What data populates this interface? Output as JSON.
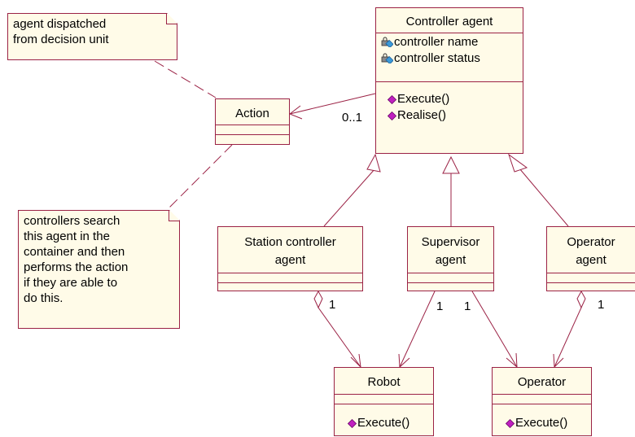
{
  "notes": {
    "top": [
      "agent dispatched",
      "from decision unit"
    ],
    "bottom": [
      "controllers search",
      "this agent in the",
      "container and then",
      "performs the action",
      "if they are able to",
      "do this."
    ]
  },
  "classes": {
    "controller": {
      "name": "Controller agent",
      "attributes": [
        "controller name",
        "controller status"
      ],
      "operations": [
        "Execute()",
        "Realise()"
      ]
    },
    "action": {
      "name": "Action"
    },
    "station": {
      "name_lines": [
        "Station controller",
        "agent"
      ]
    },
    "supervisor": {
      "name_lines": [
        "Supervisor",
        "agent"
      ]
    },
    "operator_agent": {
      "name_lines": [
        "Operator",
        "agent"
      ]
    },
    "robot": {
      "name": "Robot",
      "operations": [
        "Execute()"
      ]
    },
    "operator": {
      "name": "Operator",
      "operations": [
        "Execute()"
      ]
    }
  },
  "multiplicities": {
    "controller_action": "0..1",
    "station_robot": "1",
    "supervisor_robot": "1",
    "supervisor_operator": "1",
    "operatoragent_operator": "1"
  },
  "colors": {
    "line": "#9b2245",
    "fill": "#fffbe8",
    "attribute_icon": "#3a9ad9",
    "operation_icon": "#c020c0"
  }
}
